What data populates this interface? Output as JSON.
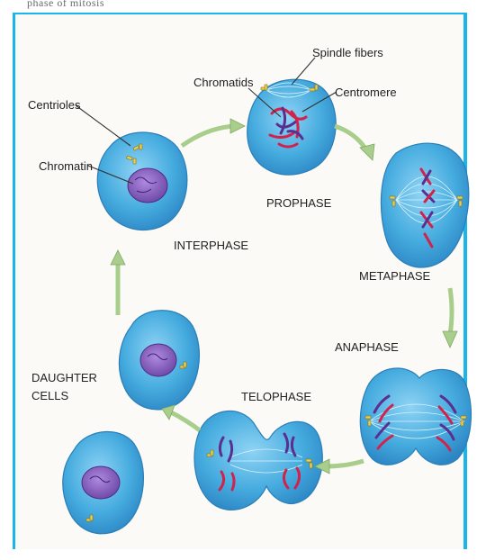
{
  "header_scrap": "phase of mitosis",
  "labels": {
    "centrioles": "Centrioles",
    "chromatin": "Chromatin",
    "interphase": "INTERPHASE",
    "chromatids": "Chromatids",
    "spindle_fibers": "Spindle fibers",
    "centromere": "Centromere",
    "prophase": "PROPHASE",
    "metaphase": "METAPHASE",
    "anaphase": "ANAPHASE",
    "telophase": "TELOPHASE",
    "daughter_line1": "DAUGHTER",
    "daughter_line2": "CELLS"
  },
  "colors": {
    "frame": "#19b6ea",
    "cell_fill": "#3fa6dc",
    "nucleus": "#7e59b5",
    "chromosome_red": "#d2224b",
    "chromosome_purple": "#5a2f8f",
    "arrow": "#a9ce8c"
  }
}
